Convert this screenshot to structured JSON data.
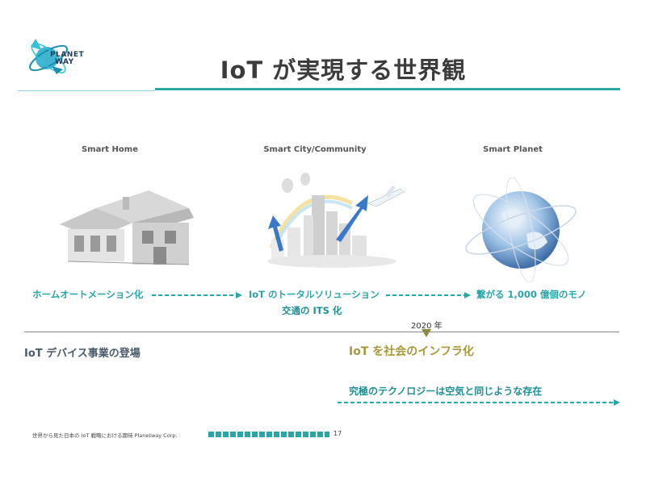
{
  "logo": {
    "line1": "PLANET",
    "line2": "WAY"
  },
  "title": "IoT が実現する世界観",
  "columns": [
    {
      "label": "Smart Home"
    },
    {
      "label": "Smart City/Community"
    },
    {
      "label": "Smart Planet"
    }
  ],
  "steps": {
    "home": "ホームオートメーション化",
    "city": "IoT のトータルソリューション",
    "city_sub": "交通の ITS 化",
    "planet": "繋がる 1,000 億個のモノ"
  },
  "timeline": {
    "year": "2020 年",
    "before": "IoT デバイス事業の登場",
    "after": "IoT を社会のインフラ化",
    "ultimate": "究極のテクノロジーは空気と同じような存在"
  },
  "footer": {
    "text": "世界から見た日本の IoT 戦略における期待  Planetway Corp.",
    "page": "17"
  },
  "colors": {
    "teal": "#2aa6a7",
    "olive": "#a6993a",
    "slate": "#4a5b6c"
  }
}
